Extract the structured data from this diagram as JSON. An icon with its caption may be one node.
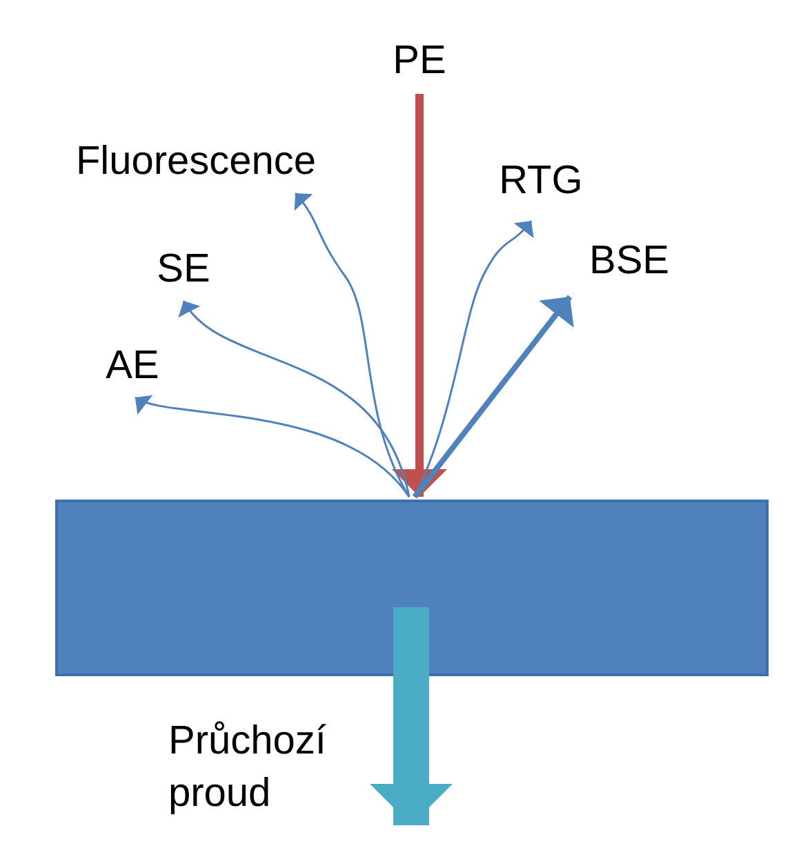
{
  "diagram": {
    "nodes": [
      {
        "text": [
          "PE"
        ]
      },
      {
        "text": [
          "Fluorescence"
        ]
      },
      {
        "text": [
          "RTG"
        ]
      },
      {
        "text": [
          "SE"
        ]
      },
      {
        "text": [
          "BSE"
        ]
      },
      {
        "text": [
          "AE"
        ]
      },
      {
        "text": [],
        "shape": "box"
      }
    ],
    "edges": [
      {
        "from": 0,
        "to": 6,
        "arrow": "to",
        "style": "thick",
        "color": "#c0504d"
      },
      {
        "from": 6,
        "to": 1,
        "arrow": "to"
      },
      {
        "from": 6,
        "to": 2,
        "arrow": "to"
      },
      {
        "from": 6,
        "to": 3,
        "arrow": "to"
      },
      {
        "from": 6,
        "to": 4,
        "arrow": "to",
        "style": "thick"
      },
      {
        "from": 6,
        "to": 5,
        "arrow": "to"
      },
      {
        "from": 6,
        "to": null,
        "arrow": "to",
        "style": "thick",
        "color": "#4bacc6",
        "label": "Průchozí proud"
      }
    ]
  }
}
